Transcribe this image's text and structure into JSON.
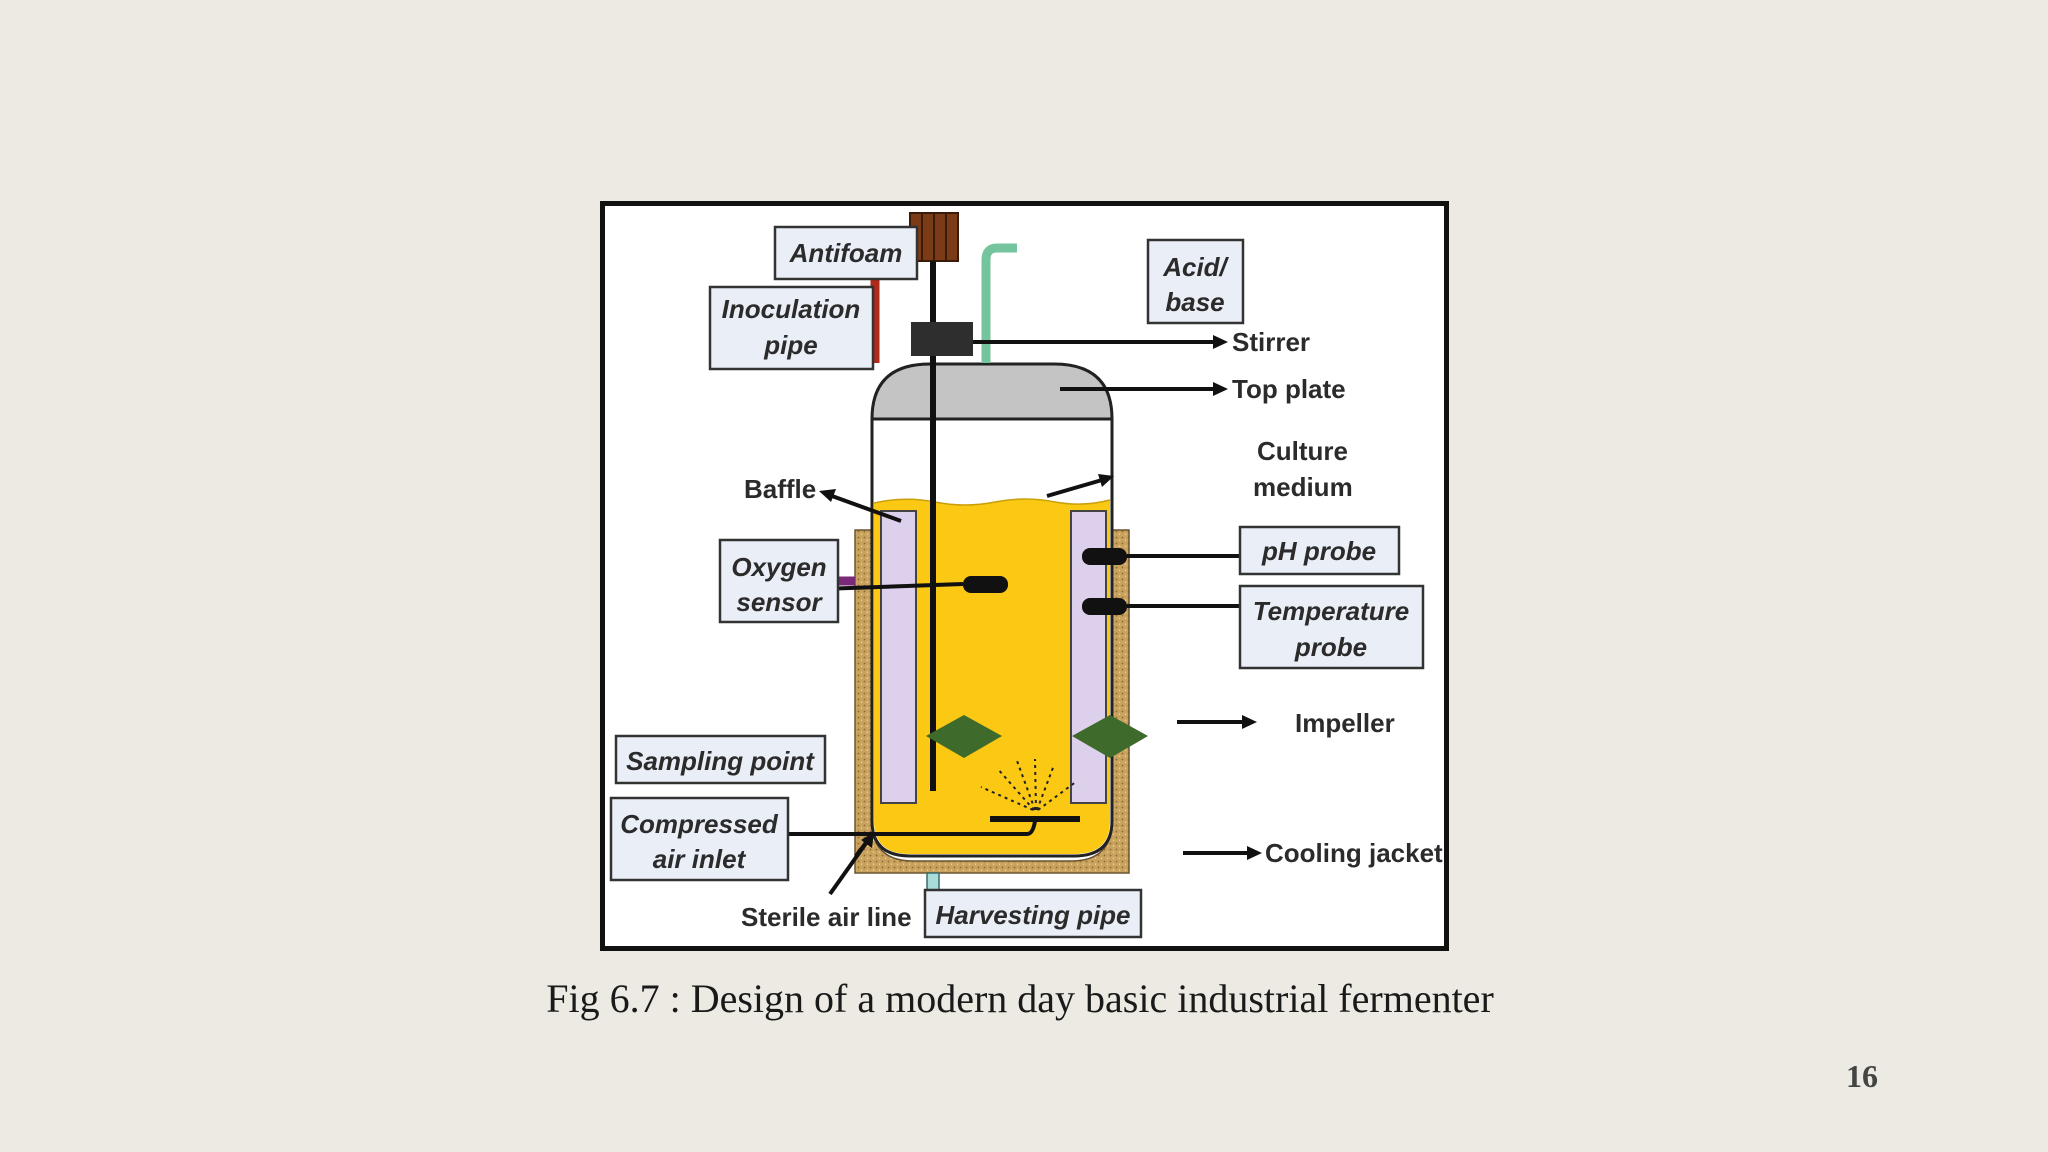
{
  "figure": {
    "labels": {
      "antifoam": "Antifoam",
      "inoculation_1": "Inoculation",
      "inoculation_2": "pipe",
      "acid_1": "Acid/",
      "acid_2": "base",
      "stirrer": "Stirrer",
      "top_plate": "Top plate",
      "culture_1": "Culture",
      "culture_2": "medium",
      "baffle": "Baffle",
      "oxygen_1": "Oxygen",
      "oxygen_2": "sensor",
      "ph_probe": "pH probe",
      "temperature_1": "Temperature",
      "temperature_2": "probe",
      "impeller": "Impeller",
      "sampling_point": "Sampling point",
      "compressed_1": "Compressed",
      "compressed_2": "air inlet",
      "cooling_jacket": "Cooling jacket",
      "sterile_air_line": "Sterile air line",
      "harvesting_pipe": "Harvesting pipe"
    },
    "colors": {
      "culture_medium": "#fbc813",
      "top_plate": "#c4c4c4",
      "baffle": "#ddd0ec",
      "impeller": "#3e6b2c",
      "cooling_jacket": "#c9a35e",
      "antifoam_pipe": "#b02a1c",
      "inoculation_pipe": "#b4602e",
      "acid_base_pipe": "#74c49e",
      "sampling_pipe": "#7b2a78",
      "stirrer_motor": "#7a3b16",
      "harvesting_pipe": "#a9dcd8"
    }
  },
  "caption": "Fig 6.7 : Design of a modern day basic industrial fermenter",
  "page_number": "16"
}
